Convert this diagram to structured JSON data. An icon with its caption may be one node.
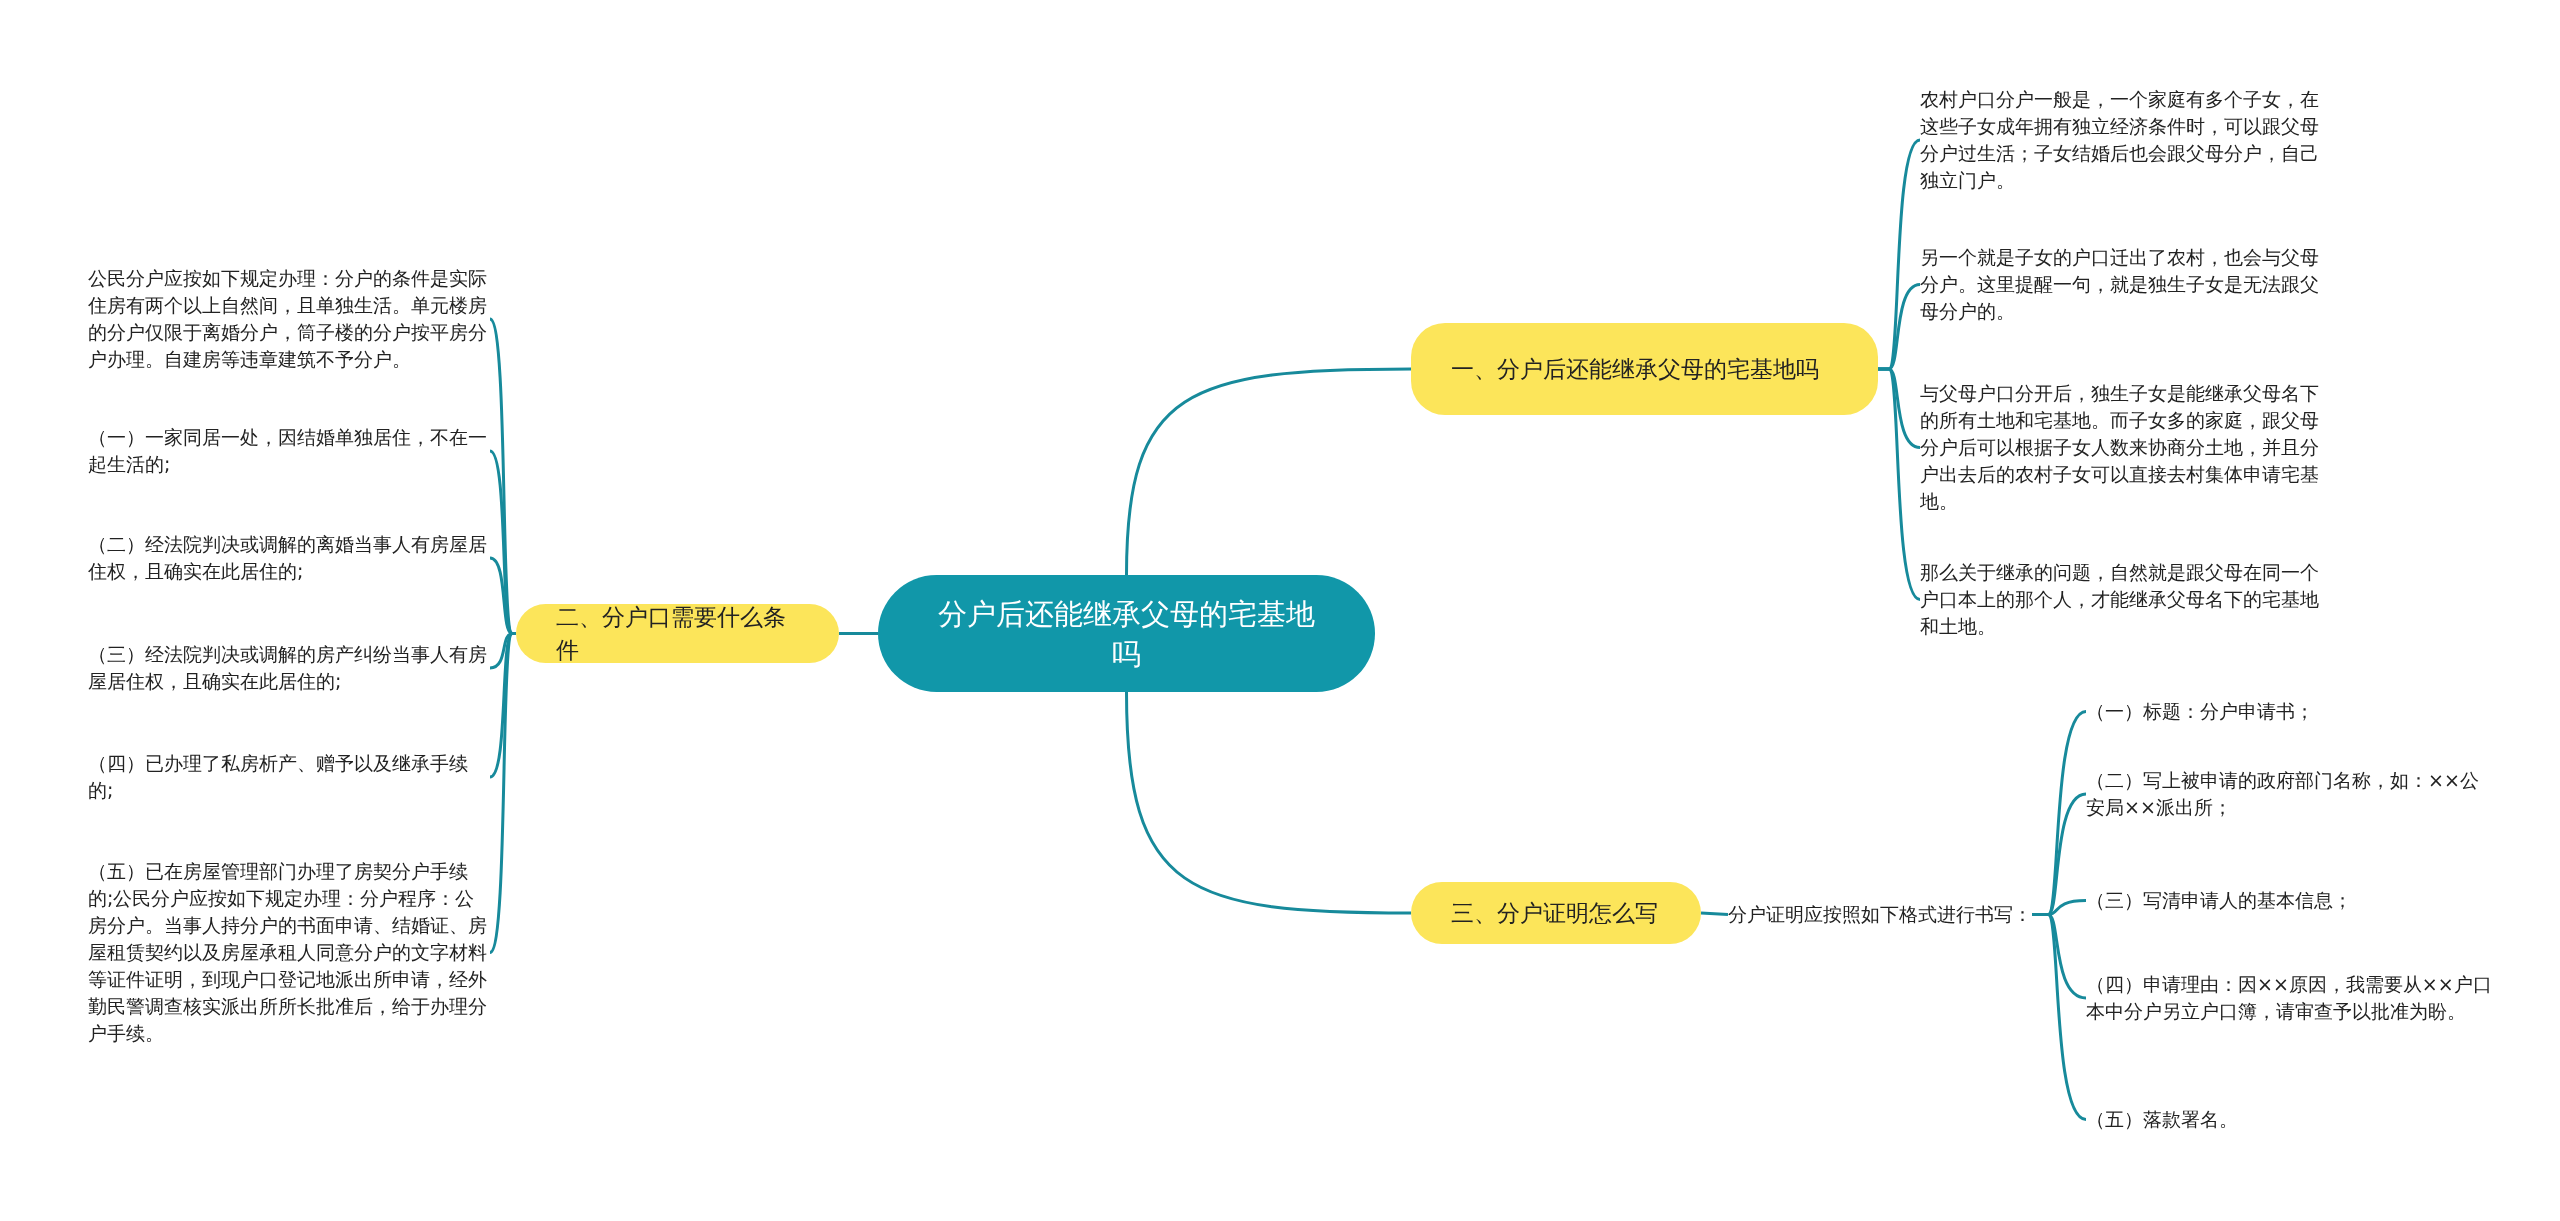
{
  "diagram": {
    "nodes": [
      {
        "text": [
          "分户后还能继承父母的宅基地吗"
        ]
      },
      {
        "text": [
          "一、分户后还能继承父母的宅基地吗"
        ]
      },
      {
        "text": [
          "农村户口分户一般是，一个家庭有多个子女，在这些子女成年拥有独立经济条件时，可以跟父母分户过生活；子女结婚后也会跟父母分户，自己独立门户。"
        ]
      },
      {
        "text": [
          "另一个就是子女的户口迁出了农村，也会与父母分户。这里提醒一句，就是独生子女是无法跟父母分户的。"
        ]
      },
      {
        "text": [
          "与父母户口分开后，独生子女是能继承父母名下的所有土地和宅基地。而子女多的家庭，跟父母分户后可以根据子女人数来协商分土地，并且分户出去后的农村子女可以直接去村集体申请宅基地。"
        ]
      },
      {
        "text": [
          "那么关于继承的问题，自然就是跟父母在同一个户口本上的那个人，才能继承父母名下的宅基地和土地。"
        ]
      },
      {
        "text": [
          "二、分户口需要什么条件"
        ]
      },
      {
        "text": [
          "公民分户应按如下规定办理：分户的条件是实际住房有两个以上自然间，且单独生活。单元楼房的分户仅限于离婚分户，筒子楼的分户按平房分户办理。自建房等违章建筑不予分户。"
        ]
      },
      {
        "text": [
          "（一）一家同居一处，因结婚单独居住，不在一起生活的;"
        ]
      },
      {
        "text": [
          "（二）经法院判决或调解的离婚当事人有房屋居住权，且确实在此居住的;"
        ]
      },
      {
        "text": [
          "（三）经法院判决或调解的房产纠纷当事人有房屋居住权，且确实在此居住的;"
        ]
      },
      {
        "text": [
          "（四）已办理了私房析产、赠予以及继承手续的;"
        ]
      },
      {
        "text": [
          "（五）已在房屋管理部门办理了房契分户手续的;公民分户应按如下规定办理：分户程序：公房分户。当事人持分户的书面申请、结婚证、房屋租赁契约以及房屋承租人同意分户的文字材料等证件证明，到现户口登记地派出所申请，经外勤民警调查核实派出所所长批准后，给于办理分户手续。"
        ]
      },
      {
        "text": [
          "三、分户证明怎么写"
        ]
      },
      {
        "text": [
          "分户证明应按照如下格式进行书写："
        ]
      },
      {
        "text": [
          "（一）标题：分户申请书；"
        ]
      },
      {
        "text": [
          "（二）写上被申请的政府部门名称，如：××公安局××派出所；"
        ]
      },
      {
        "text": [
          "（三）写清申请人的基本信息；"
        ]
      },
      {
        "text": [
          "（四）申请理由：因××原因，我需要从××户口本中分户另立户口簿，请审查予以批准为盼。"
        ]
      },
      {
        "text": [
          "（五）落款署名。"
        ]
      }
    ],
    "edges": [
      {
        "from": 0,
        "to": 1,
        "arrow": "none"
      },
      {
        "from": 1,
        "to": 2,
        "arrow": "none"
      },
      {
        "from": 1,
        "to": 3,
        "arrow": "none"
      },
      {
        "from": 1,
        "to": 4,
        "arrow": "none"
      },
      {
        "from": 1,
        "to": 5,
        "arrow": "none"
      },
      {
        "from": 0,
        "to": 6,
        "arrow": "none"
      },
      {
        "from": 6,
        "to": 7,
        "arrow": "none"
      },
      {
        "from": 6,
        "to": 8,
        "arrow": "none"
      },
      {
        "from": 6,
        "to": 9,
        "arrow": "none"
      },
      {
        "from": 6,
        "to": 10,
        "arrow": "none"
      },
      {
        "from": 6,
        "to": 11,
        "arrow": "none"
      },
      {
        "from": 6,
        "to": 12,
        "arrow": "none"
      },
      {
        "from": 0,
        "to": 13,
        "arrow": "none"
      },
      {
        "from": 13,
        "to": 14,
        "arrow": "none"
      },
      {
        "from": 14,
        "to": 15,
        "arrow": "none"
      },
      {
        "from": 14,
        "to": 16,
        "arrow": "none"
      },
      {
        "from": 14,
        "to": 17,
        "arrow": "none"
      },
      {
        "from": 14,
        "to": 18,
        "arrow": "none"
      },
      {
        "from": 14,
        "to": 19,
        "arrow": "none"
      }
    ]
  }
}
